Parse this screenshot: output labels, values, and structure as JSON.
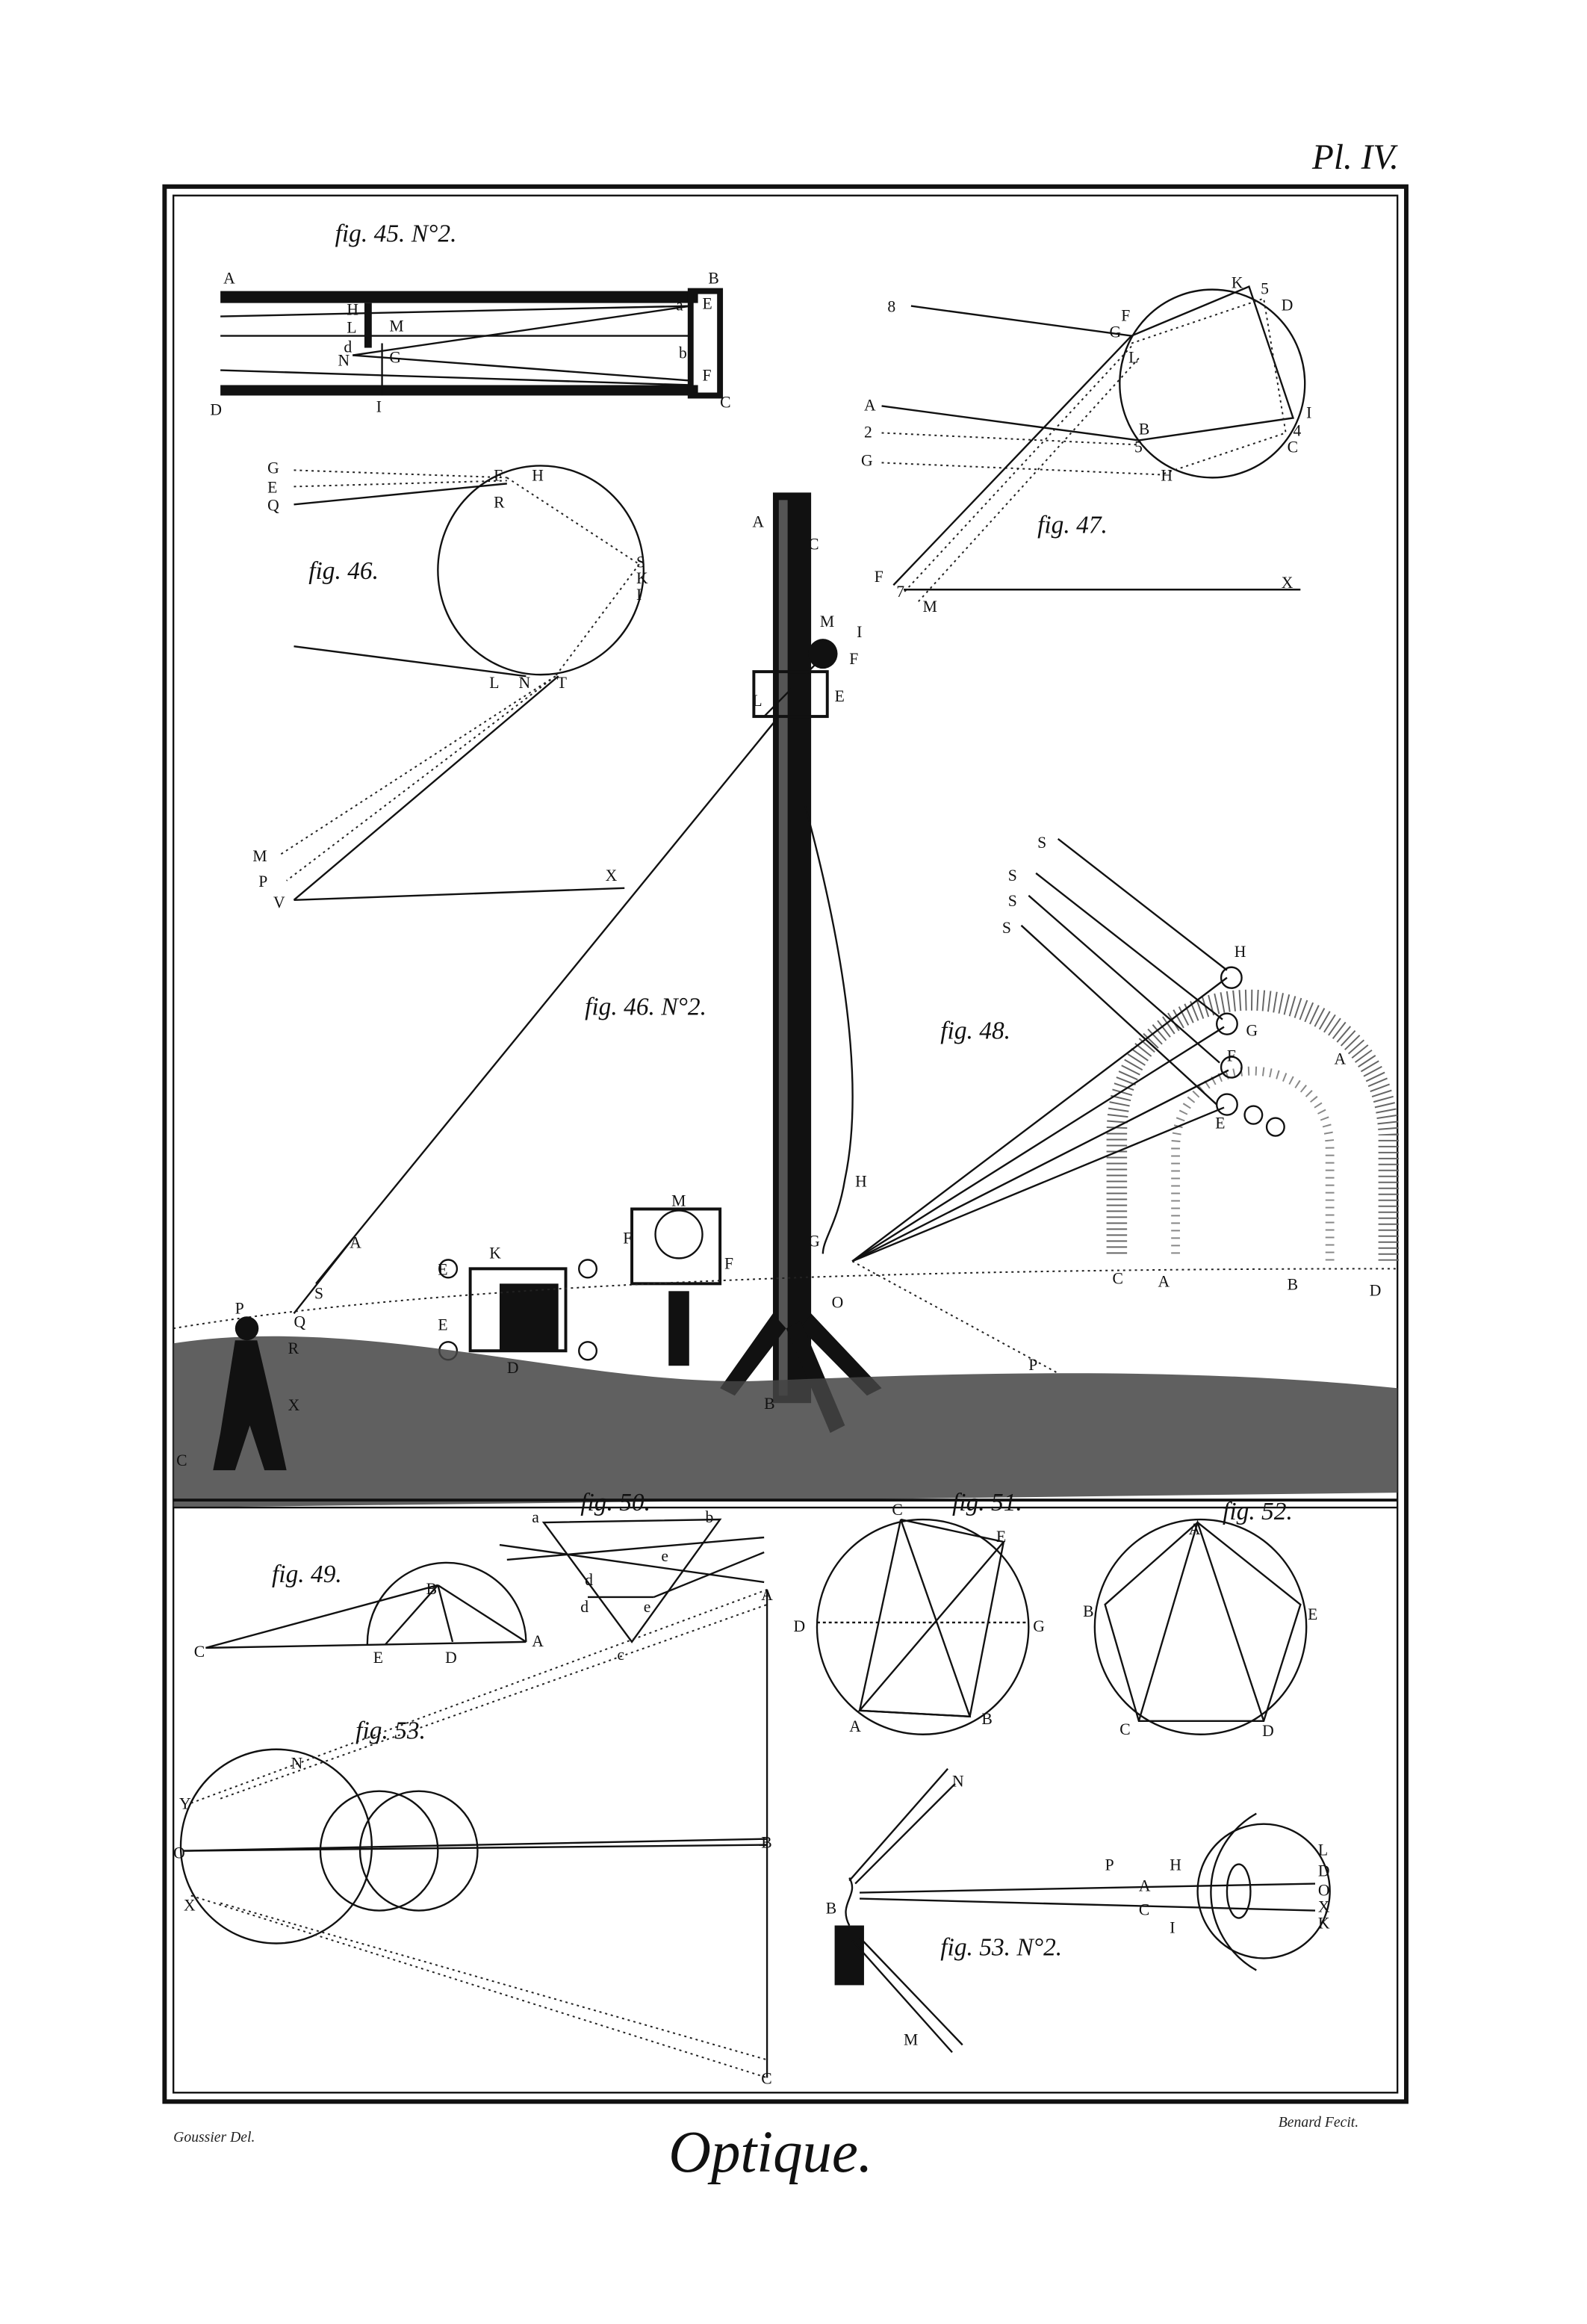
{
  "plate": {
    "number": "Pl. IV.",
    "title": "Optique.",
    "draughtsman": "Goussier Del.",
    "engraver": "Benard Fecit."
  },
  "figures": {
    "fig45": {
      "caption": "fig. 45. N°2.",
      "letters": [
        "A",
        "B",
        "H",
        "L",
        "M",
        "a",
        "E",
        "d",
        "N",
        "G",
        "b",
        "F",
        "D",
        "I",
        "C"
      ]
    },
    "fig46": {
      "caption": "fig. 46.",
      "letters": [
        "G",
        "E",
        "Q",
        "F",
        "H",
        "R",
        "S",
        "K",
        "I",
        "L",
        "N",
        "T",
        "M",
        "P",
        "V",
        "X"
      ]
    },
    "fig47": {
      "caption": "fig. 47.",
      "letters": [
        "8",
        "F",
        "G",
        "L",
        "K",
        "5",
        "D",
        "A",
        "2",
        "G",
        "B",
        "5",
        "H",
        "I",
        "4",
        "C",
        "F",
        "7",
        "M",
        "X"
      ]
    },
    "fig46n2": {
      "caption": "fig. 46. N°2.",
      "letters": [
        "A",
        "C",
        "M",
        "I",
        "F",
        "L",
        "E",
        "H",
        "G",
        "O",
        "B",
        "P",
        "K",
        "E",
        "E",
        "D",
        "M",
        "F",
        "F",
        "A",
        "S",
        "P",
        "Q",
        "R",
        "X",
        "C"
      ]
    },
    "fig48": {
      "caption": "fig. 48.",
      "letters": [
        "S",
        "S",
        "S",
        "S",
        "H",
        "G",
        "F",
        "E",
        "A",
        "C",
        "A",
        "B",
        "D"
      ]
    },
    "fig49": {
      "caption": "fig. 49.",
      "letters": [
        "B",
        "C",
        "E",
        "D",
        "A"
      ]
    },
    "fig50": {
      "caption": "fig. 50.",
      "letters": [
        "a",
        "b",
        "d",
        "e",
        "d",
        "e",
        "c"
      ]
    },
    "fig51": {
      "caption": "fig. 51.",
      "letters": [
        "C",
        "E",
        "D",
        "G",
        "A",
        "B"
      ]
    },
    "fig52": {
      "caption": "fig. 52.",
      "letters": [
        "A",
        "B",
        "E",
        "C",
        "D"
      ]
    },
    "fig53": {
      "caption": "fig. 53.",
      "letters": [
        "N",
        "Y",
        "O",
        "X",
        "A",
        "B",
        "C"
      ]
    },
    "fig53n2": {
      "caption": "fig. 53. N°2.",
      "letters": [
        "N",
        "B",
        "M",
        "P",
        "A",
        "C",
        "H",
        "I",
        "L",
        "D",
        "O",
        "X",
        "K"
      ]
    }
  }
}
